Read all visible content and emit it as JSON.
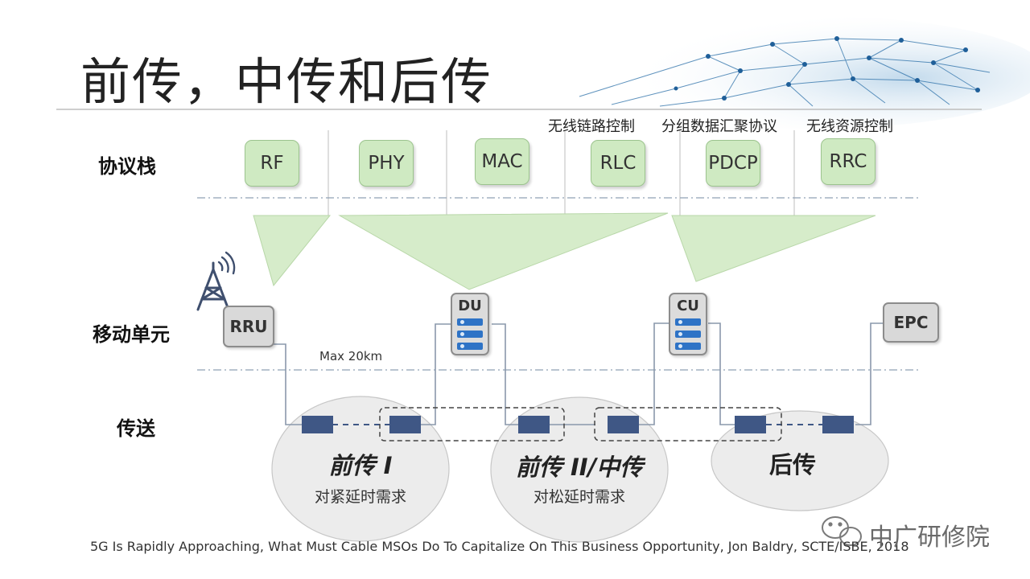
{
  "title": "前传，中传和后传",
  "annotations": {
    "rlc_cn": "无线链路控制",
    "pdcp_cn": "分组数据汇聚协议",
    "rrc_cn": "无线资源控制"
  },
  "rows": {
    "protocol_stack": "协议栈",
    "mobile_unit": "移动单元",
    "transport": "传送"
  },
  "protocols": [
    "RF",
    "PHY",
    "MAC",
    "RLC",
    "PDCP",
    "RRC"
  ],
  "units": {
    "rru": "RRU",
    "du": "DU",
    "cu": "CU",
    "epc": "EPC"
  },
  "max_distance": "Max 20km",
  "segments": {
    "fronthaul": {
      "title": "前传 I",
      "subtitle": "对紧延时需求"
    },
    "midhaul": {
      "title": "前传 II/中传",
      "subtitle": "对松延时需求"
    },
    "backhaul": {
      "title": "后传"
    }
  },
  "footer": "5G Is Rapidly Approaching, What Must Cable MSOs Do To Capitalize On This Business Opportunity,  Jon Baldry,  SCTE/ISBE,  2018",
  "watermark": "中广研修院",
  "colors": {
    "protocol_fill": "#cfeac2",
    "unit_fill": "#d9d9d9",
    "node_fill": "#3f5785",
    "ellipse_fill": "#ececec",
    "server_bar": "#2e73c6"
  }
}
